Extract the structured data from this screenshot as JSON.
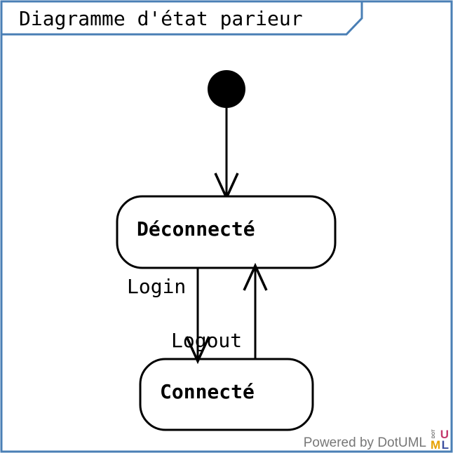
{
  "diagram": {
    "title": "Diagramme d'état parieur",
    "frame_color": "#4a7fb5",
    "initial_state": "initial-state",
    "states": {
      "deconnecte": {
        "label": "Déconnecté"
      },
      "connecte": {
        "label": "Connecté"
      }
    },
    "transitions": {
      "login": {
        "from": "Déconnecté",
        "to": "Connecté",
        "label": "Login"
      },
      "logout": {
        "from": "Connecté",
        "to": "Déconnecté",
        "label": "Logout"
      },
      "initial": {
        "from": "initial",
        "to": "Déconnecté"
      }
    }
  },
  "footer": {
    "powered_by": "Powered by DotUML",
    "logo": {
      "dot": "DOT",
      "u": "U",
      "m": "M",
      "l": "L"
    }
  }
}
